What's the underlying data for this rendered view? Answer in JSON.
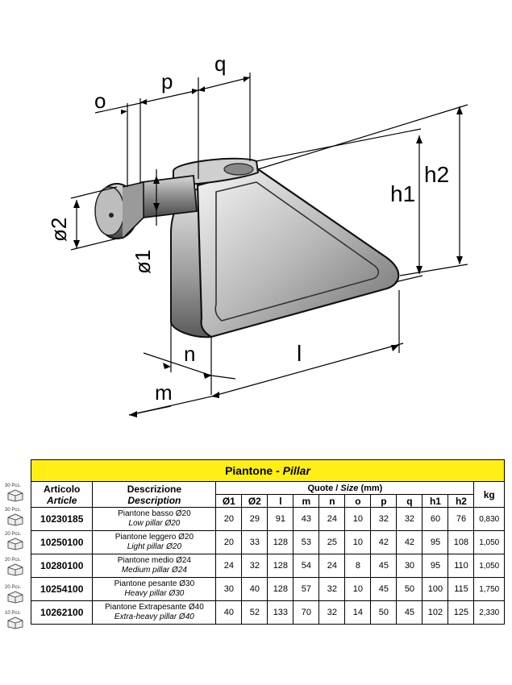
{
  "drawing": {
    "labels": {
      "o": "o",
      "p": "p",
      "q": "q",
      "h1": "h1",
      "h2": "h2",
      "d2": "ø2",
      "d1": "ø1",
      "n": "n",
      "l": "l",
      "m": "m"
    }
  },
  "table": {
    "title_it": "Piantone",
    "title_sep": " - ",
    "title_en": "Pillar",
    "header": {
      "article_it": "Articolo",
      "article_en": "Article",
      "desc_it": "Descrizione",
      "desc_en": "Description",
      "size_it": "Quote",
      "size_sep": " / ",
      "size_en": "Size",
      "size_unit": " (mm)",
      "kg": "kg"
    },
    "columns": [
      "Ø1",
      "Ø2",
      "l",
      "m",
      "n",
      "o",
      "p",
      "q",
      "h1",
      "h2"
    ],
    "rows": [
      {
        "pcs": "30 Pcs.",
        "article": "10230185",
        "desc_it": "Piantone basso Ø20",
        "desc_en": "Low pillar Ø20",
        "values": [
          "20",
          "29",
          "91",
          "43",
          "24",
          "10",
          "32",
          "32",
          "60",
          "76"
        ],
        "kg": "0,830"
      },
      {
        "pcs": "20 Pcs.",
        "article": "10250100",
        "desc_it": "Piantone leggero Ø20",
        "desc_en": "Light pillar Ø20",
        "values": [
          "20",
          "33",
          "128",
          "53",
          "25",
          "10",
          "42",
          "42",
          "95",
          "108"
        ],
        "kg": "1,050"
      },
      {
        "pcs": "20 Pcs.",
        "article": "10280100",
        "desc_it": "Piantone medio Ø24",
        "desc_en": "Medium pillar Ø24",
        "values": [
          "24",
          "32",
          "128",
          "54",
          "24",
          "8",
          "45",
          "30",
          "95",
          "110"
        ],
        "kg": "1,050"
      },
      {
        "pcs": "20 Pcs.",
        "article": "10254100",
        "desc_it": "Piantone pesante Ø30",
        "desc_en": "Heavy pillar Ø30",
        "values": [
          "30",
          "40",
          "128",
          "57",
          "32",
          "10",
          "45",
          "50",
          "100",
          "115"
        ],
        "kg": "1,750"
      },
      {
        "pcs": "10 Pcs.",
        "article": "10262100",
        "desc_it": "Piantone Extrapesante Ø40",
        "desc_en": "Extra-heavy pillar Ø40",
        "values": [
          "40",
          "52",
          "133",
          "70",
          "32",
          "14",
          "50",
          "45",
          "102",
          "125"
        ],
        "kg": "2,330"
      }
    ],
    "header_pcs": "30 Pcs."
  }
}
